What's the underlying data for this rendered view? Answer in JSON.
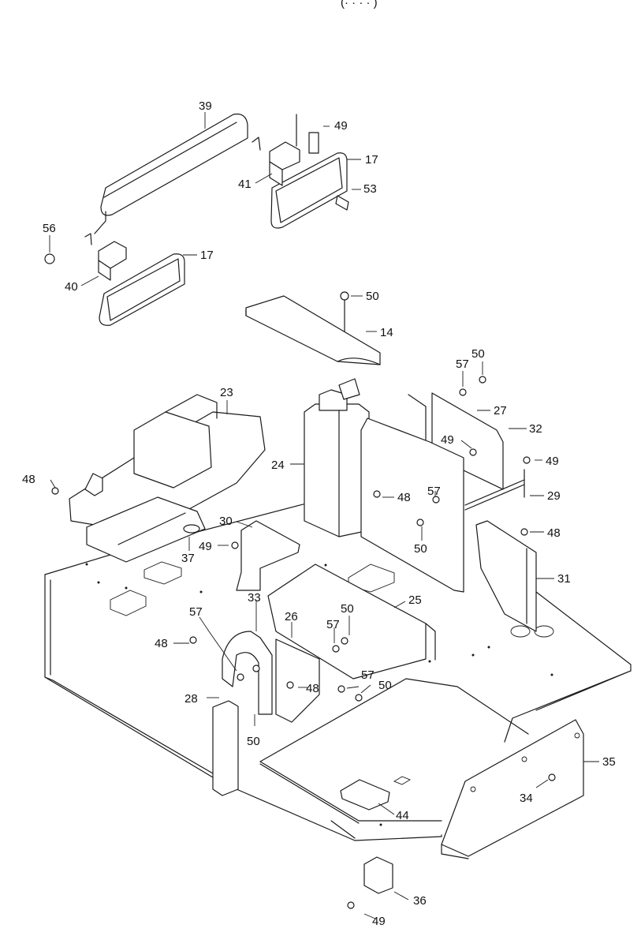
{
  "header": {
    "title_fragment": "(· · · · )"
  },
  "callouts": [
    "39",
    "49",
    "17",
    "41",
    "53",
    "56",
    "17",
    "40",
    "50",
    "14",
    "50",
    "57",
    "27",
    "23",
    "32",
    "49",
    "24",
    "48",
    "49",
    "48",
    "57",
    "29",
    "48",
    "30",
    "50",
    "49",
    "37",
    "31",
    "25",
    "50",
    "33",
    "57",
    "57",
    "48",
    "26",
    "50",
    "28",
    "48",
    "57",
    "50",
    "35",
    "34",
    "44",
    "36",
    "49"
  ]
}
